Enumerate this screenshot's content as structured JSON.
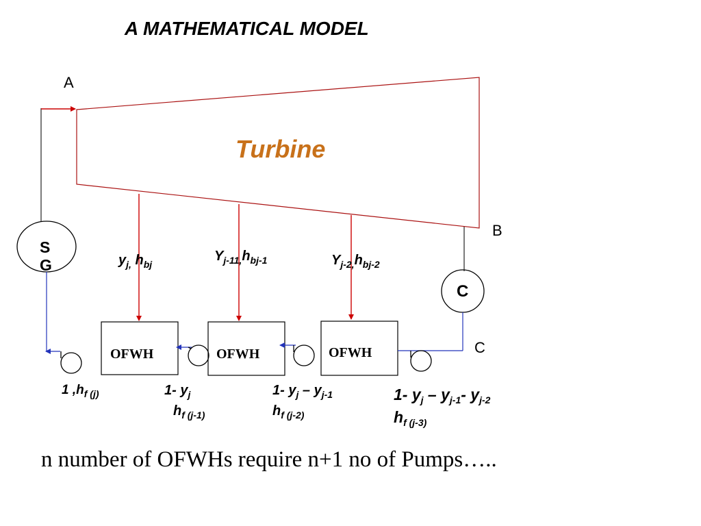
{
  "title": "A MATHEMATICAL MODEL",
  "labels": {
    "a": "A",
    "b": "B",
    "c": "C"
  },
  "turbine": {
    "label": "Turbine",
    "color": "#c8711a"
  },
  "steam_generator": {
    "label": "S G"
  },
  "condenser": {
    "label": "C"
  },
  "heaters": [
    {
      "label": "OFWH"
    },
    {
      "label": "OFWH"
    },
    {
      "label": "OFWH"
    }
  ],
  "extractions": [
    {
      "base": "y",
      "sub1": "j,",
      "mid": " h",
      "sub2": "bj"
    },
    {
      "base": "Y",
      "sub1": "j-11,",
      "mid": "h",
      "sub2": "bj-1"
    },
    {
      "base": "Y",
      "sub1": "j-2,",
      "mid": "h",
      "sub2": "bj-2"
    }
  ],
  "pumps": [
    {
      "line1": {
        "a": "1 ,h",
        "sub": "f (j)"
      }
    },
    {
      "line1": {
        "a": "1- y",
        "sub": "j"
      },
      "line2": {
        "a": "h",
        "sub": "f (j-1)"
      }
    },
    {
      "line1": {
        "a": "1- y",
        "sub": "j",
        "b": " – y",
        "sub2": "j-1"
      },
      "line2": {
        "a": "h",
        "sub": "f (j-2)"
      }
    },
    {
      "line1": {
        "a": "1- y",
        "sub": "j",
        "b": " – y",
        "sub2": "j-1",
        "c": "- y",
        "sub3": "j-2"
      },
      "line2": {
        "a": "h",
        "sub": "f (j-3)"
      }
    }
  ],
  "footer": "n number of OFWHs require n+1 no of Pumps…..",
  "colors": {
    "steam_line": "#cc0000",
    "water_line": "#2233bb",
    "outline": "#000000"
  }
}
